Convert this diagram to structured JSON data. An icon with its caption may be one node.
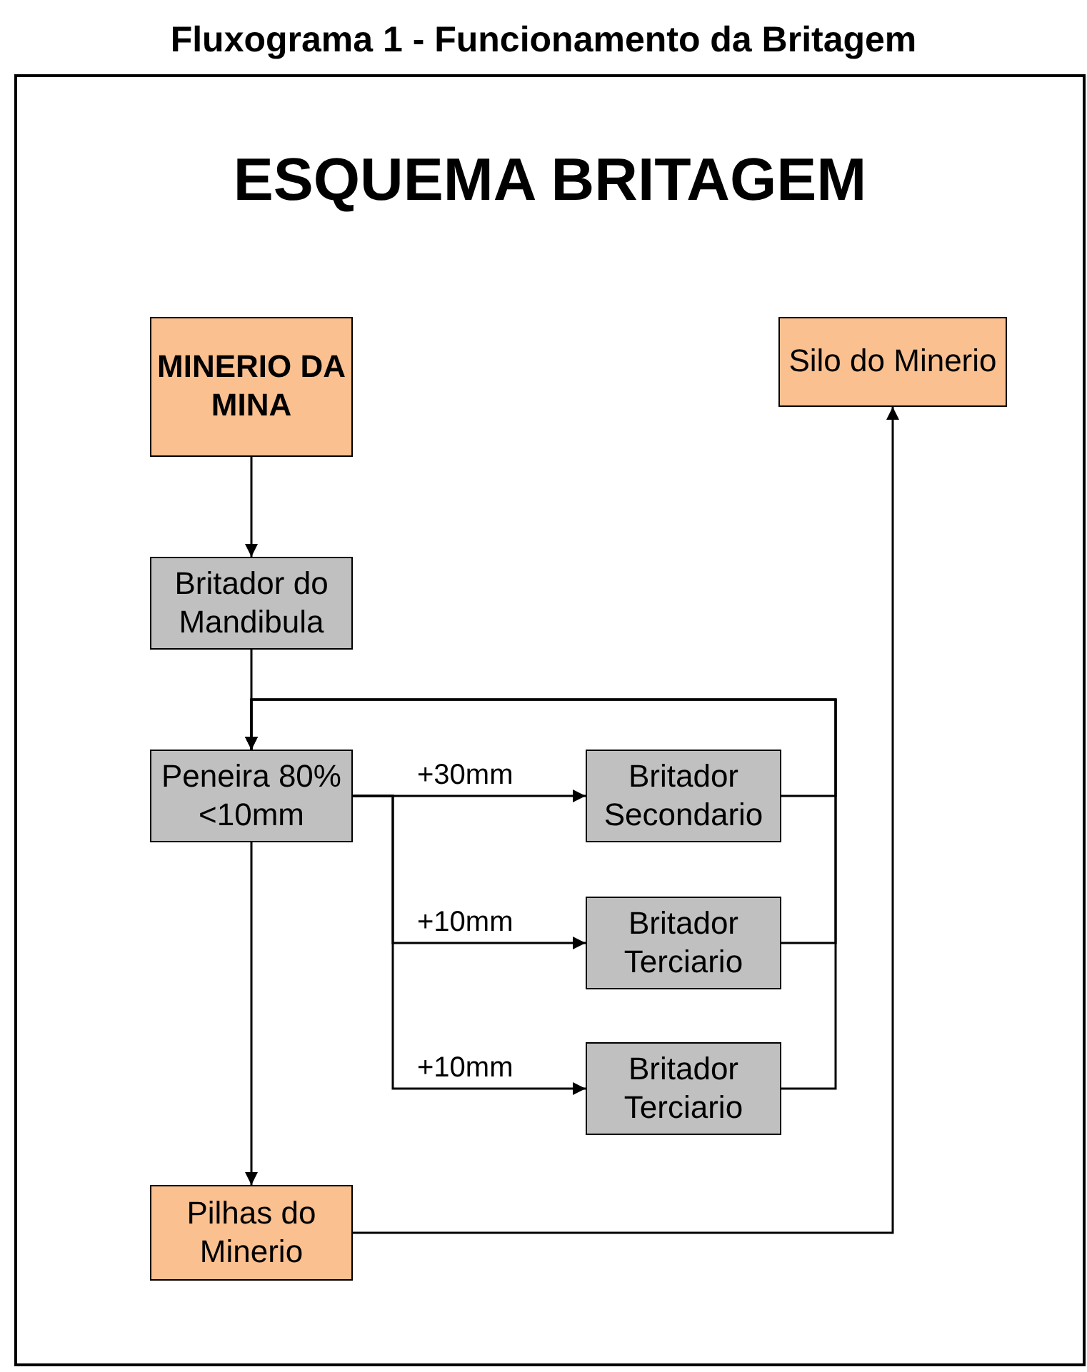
{
  "diagram": {
    "title": "Fluxograma 1 - Funcionamento da Britagem",
    "nodes": [
      {
        "text": [
          "ESQUEMA BRITAGEM"
        ]
      },
      {
        "text": [
          "MINERIO DA MINA"
        ],
        "in": 0
      },
      {
        "text": [
          "Silo do Minerio"
        ],
        "in": 0
      },
      {
        "text": [
          "Britador do Mandibula"
        ],
        "in": 0
      },
      {
        "text": [
          "Peneira 80%<10mm"
        ],
        "in": 0
      },
      {
        "text": [
          "Britador Secondario"
        ],
        "in": 0
      },
      {
        "text": [
          "Britador Terciario"
        ],
        "in": 0
      },
      {
        "text": [
          "Britador Terciario"
        ],
        "in": 0
      },
      {
        "text": [
          "Pilhas do Minerio"
        ],
        "in": 0
      }
    ],
    "edges": [
      {
        "from": 1,
        "to": 3,
        "arrow": "to"
      },
      {
        "from": 3,
        "to": 4,
        "arrow": "to"
      },
      {
        "from": 4,
        "to": 5,
        "arrow": "to",
        "label": "+30mm"
      },
      {
        "from": 4,
        "to": 6,
        "arrow": "to",
        "label": "+10mm"
      },
      {
        "from": 4,
        "to": 7,
        "arrow": "to",
        "label": "+10mm"
      },
      {
        "from": 5,
        "to": 4,
        "arrow": "to"
      },
      {
        "from": 6,
        "to": 4,
        "arrow": "to"
      },
      {
        "from": 7,
        "to": 4,
        "arrow": "to"
      },
      {
        "from": 4,
        "to": 8,
        "arrow": "to"
      },
      {
        "from": 8,
        "to": 2,
        "arrow": "to"
      }
    ]
  }
}
